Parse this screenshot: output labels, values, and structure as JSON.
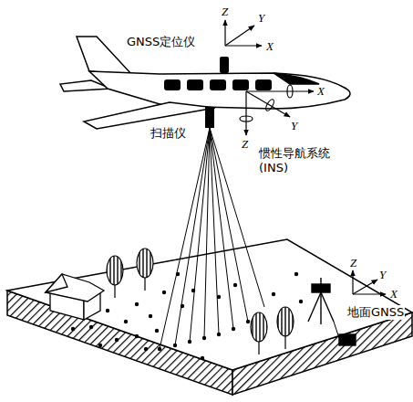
{
  "diagram": {
    "labels": [
      "Z",
      "GNSS定位仪",
      "Y",
      "X",
      "扫描仪",
      "惯性导航系统 (INS)",
      "X",
      "Y",
      "Z",
      "Z",
      "Y",
      "X",
      "地面GNSS"
    ]
  }
}
